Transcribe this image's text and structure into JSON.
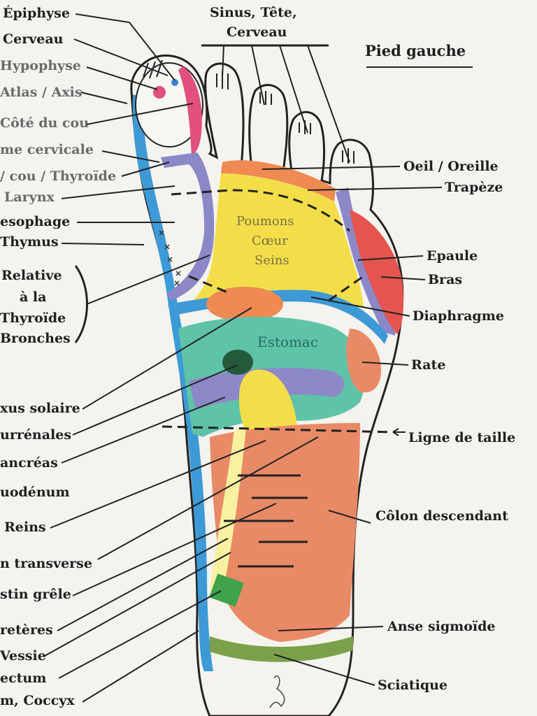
{
  "title": "Pied gauche",
  "zones": {
    "poumons": "Poumons",
    "coeur": "Cœur",
    "seins": "Seins",
    "estomac": "Estomac"
  },
  "labels_left": [
    "Épiphyse",
    "Cerveau",
    "Hypophyse",
    "Atlas / Axis",
    "Côté du cou",
    "me cervicale",
    "/ cou / Thyroïde",
    "Larynx",
    "esophage",
    "Thymus",
    "Relative",
    "à la",
    "Thyroïde",
    "Bronches",
    "xus solaire",
    "urrénales",
    "ancréas",
    "uodénum",
    "Reins",
    "n transverse",
    "stin grêle",
    "retères",
    "Vessie",
    "ectum",
    "m, Coccyx"
  ],
  "labels_top": {
    "line1": "Sinus, Tête,",
    "line2": "Cerveau"
  },
  "labels_right": [
    "Oeil / Oreille",
    "Trapèze",
    "Epaule",
    "Bras",
    "Diaphragme",
    "Rate",
    "Ligne de taille",
    "Côlon descendant",
    "Anse sigmoïde",
    "Sciatique"
  ],
  "colors": {
    "blue": "#3d9ad6",
    "pink": "#e2507e",
    "lavender": "#8c88c8",
    "orange": "#ee8a52",
    "yellow": "#f3de4a",
    "red": "#e5544e",
    "teal": "#5fc3a8",
    "darkgreen": "#245a3a",
    "salmon": "#e98a67",
    "olive": "#7aa14a",
    "lightyellow": "#f7f1a0"
  }
}
